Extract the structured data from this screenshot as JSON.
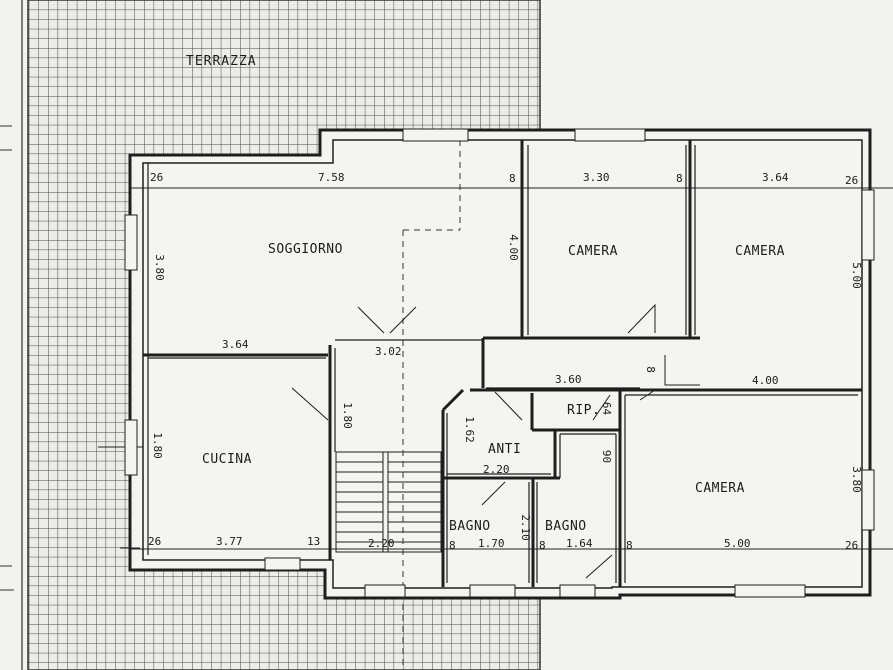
{
  "rooms": {
    "terrazza": "TERRAZZA",
    "soggiorno": "SOGGIORNO",
    "camera_1": "CAMERA",
    "camera_2": "CAMERA",
    "camera_3": "CAMERA",
    "cucina": "CUCINA",
    "anti": "ANTI",
    "rip": "RIP.",
    "bagno_1": "BAGNO",
    "bagno_2": "BAGNO"
  },
  "dimensions": {
    "top_26_left": "26",
    "top_758": "7.58",
    "top_8_a": "8",
    "top_330": "3.30",
    "top_8_b": "8",
    "top_364": "3.64",
    "top_26_right": "26",
    "soggiorno_380": "3.80",
    "camera1_400": "4.00",
    "camera2_500": "5.00",
    "soggiorno_364": "3.64",
    "hall_302": "3.02",
    "hall_360": "3.60",
    "hall_400": "4.00",
    "cucina_180": "1.80",
    "hall_180": "1.80",
    "anti_162": "1.62",
    "anti_220": "2.20",
    "rip_64": "64",
    "bagno2_90": "90",
    "camera3_380": "3.80",
    "anti_wall_8": "8",
    "bagno1_210": "2.10",
    "bot_26_left": "26",
    "bot_377": "3.77",
    "bot_13": "13",
    "bot_220": "2.20",
    "bot_8_a": "8",
    "bot_170": "1.70",
    "bot_8_b": "8",
    "bot_164": "1.64",
    "bot_8_c": "8",
    "bot_500": "5.00",
    "bot_26_right": "26"
  }
}
